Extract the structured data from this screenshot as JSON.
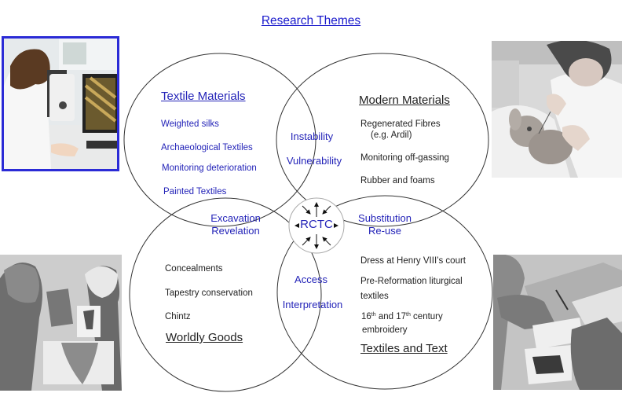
{
  "title": "Research Themes",
  "center": {
    "label": "RCTC",
    "icon": "bidirectional-arrows-icon"
  },
  "circles": {
    "textile_materials": {
      "heading": "Textile Materials",
      "items": [
        "Weighted silks",
        "Archaeological Textiles",
        "Monitoring deterioration",
        "Painted Textiles"
      ]
    },
    "modern_materials": {
      "heading": "Modern Materials",
      "items": [
        "Regenerated Fibres",
        "(e.g. Ardil)",
        "Monitoring off-gassing",
        "Rubber and foams"
      ]
    },
    "worldly_goods": {
      "heading": "Worldly Goods",
      "items": [
        "Concealments",
        "Tapestry conservation",
        "Chintz"
      ]
    },
    "textiles_and_text": {
      "heading": "Textiles and Text",
      "items": [
        "Dress at Henry VIII’s court",
        "Pre-Reformation liturgical",
        "textiles",
        "16",
        "th",
        " and 17",
        "th",
        " century",
        "embroidery"
      ]
    }
  },
  "overlaps": {
    "top": [
      "Instability",
      "Vulnerability"
    ],
    "left": [
      "Excavation",
      "Revelation"
    ],
    "right": [
      "Substitution",
      "Re-use"
    ],
    "bottom": [
      "Access",
      "Interpretation"
    ]
  },
  "photos": {
    "top_left": "photo-researcher-at-microscope",
    "top_right": "photo-conservator-with-teddy-bear",
    "bottom_left": "photo-examining-archaeological-textile",
    "bottom_right": "photo-researcher-writing-with-garment"
  },
  "colors": {
    "blue_text": "#2323b8",
    "title_blue": "#1a1acc",
    "photo_border": "#2b2bd6",
    "outline": "#333333"
  }
}
